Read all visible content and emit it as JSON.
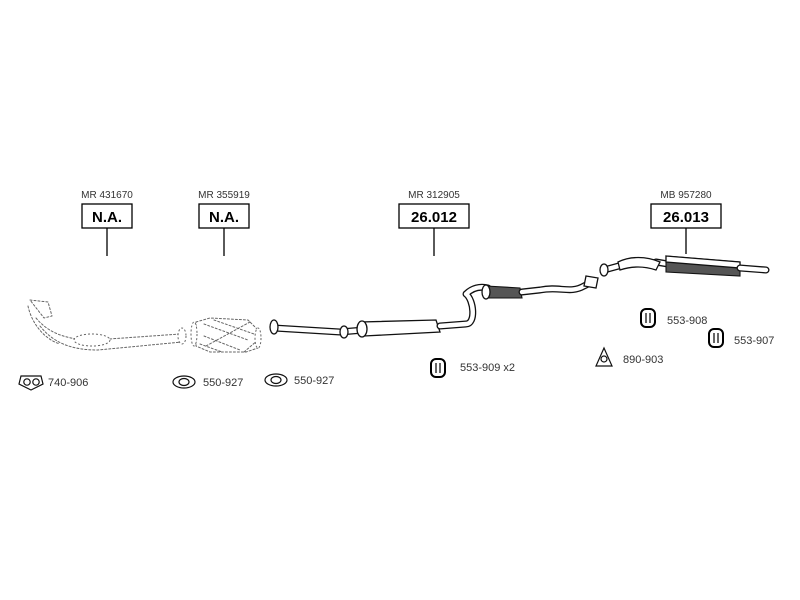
{
  "parts": [
    {
      "oem": "MR 431670",
      "code": "N.A."
    },
    {
      "oem": "MR 355919",
      "code": "N.A."
    },
    {
      "oem": "MR 312905",
      "code": "26.012"
    },
    {
      "oem": "MB 957280",
      "code": "26.013"
    }
  ],
  "accessories": [
    {
      "number": "740-906",
      "icon": "gasket-triangle-icon"
    },
    {
      "number": "550-927",
      "icon": "gasket-oval-icon"
    },
    {
      "number": "550-927",
      "icon": "gasket-oval-icon"
    },
    {
      "number": "553-909 x2",
      "icon": "rubber-hanger-icon"
    },
    {
      "number": "890-903",
      "icon": "flange-gasket-icon"
    },
    {
      "number": "553-908",
      "icon": "rubber-hanger-icon"
    },
    {
      "number": "553-907",
      "icon": "rubber-hanger-icon"
    }
  ]
}
